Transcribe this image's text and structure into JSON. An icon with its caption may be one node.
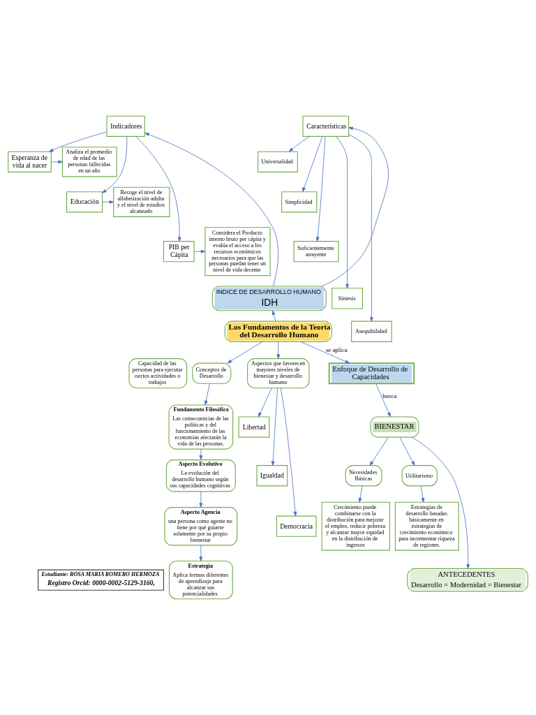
{
  "diagram": {
    "nodes": [
      {
        "text": [
          "Esperanza de vida al nacer"
        ]
      },
      {
        "text": [
          "Analiza el promedio de edad de las personas fallecidas en un año"
        ]
      },
      {
        "text": [
          "Indicadores"
        ]
      },
      {
        "text": [
          "Características"
        ]
      },
      {
        "text": [
          "Universalidad"
        ]
      },
      {
        "text": [
          "Simplicidad"
        ]
      },
      {
        "text": [
          "Educación"
        ]
      },
      {
        "text": [
          "Recoge el nivel de alfabetización adulta y el nivel de estudios alcanzado"
        ]
      },
      {
        "text": [
          "Suficientemente atrayente"
        ]
      },
      {
        "text": [
          "PIB per Cápita"
        ]
      },
      {
        "text": [
          "Considera el Producto interno bruto per cápita y evalúa el acceso a los recursos económicos necesarios para que las personas puedan tener un nivel de vida decente"
        ]
      },
      {
        "text": [
          "Síntesis"
        ]
      },
      {
        "text": [
          "INDICE DE DESARROLLO HUMANO",
          "IDH"
        ]
      },
      {
        "text": [
          "Asequibilidad"
        ]
      },
      {
        "text": [
          "Fundamento Filosófico",
          "Las consecuencias de las políticas y del funcionamiento de las economías afectarán la vida de las personas."
        ]
      },
      {
        "text": [
          "Conceptos de Desarrollo"
        ]
      },
      {
        "text": [
          "Aspectos que favorecen mayores niveles de bienestar y desarrollo humano"
        ]
      },
      {
        "text": [
          "Aspecto Evolutivo",
          "La evolución del desarrollo humano según sus capacidades cognitivas"
        ]
      },
      {
        "text": [
          "Libertad"
        ]
      },
      {
        "text": [
          "Los Fundamentos de la Teoría del Desarrollo Humano"
        ]
      },
      {
        "text": [
          "Igualdad"
        ]
      },
      {
        "text": [
          "Aspecto Agencia",
          "una persona como agente no tiene por qué guiarse solamente por su propio bienestar"
        ]
      },
      {
        "text": [
          "Democracia"
        ]
      },
      {
        "text": [
          "Capacidad de las personas para ejecutar ciertos actividades o trabajos"
        ]
      },
      {
        "text": [
          "Enfoque de Desarrollo de Capacidades"
        ]
      },
      {
        "text": [
          "Estrategia",
          "Aplica formas diferentes de aprendizaje para alcanzar sus potencialidades"
        ]
      },
      {
        "text": [
          "Necesidades Básicas"
        ]
      },
      {
        "text": [
          "BIENESTAR"
        ]
      },
      {
        "text": [
          "Utilitarismo"
        ]
      },
      {
        "text": [
          "Crecimiento puede combinarse con la distribución para mejorar el empleo, reducir pobreza y alcanzar mayor equidad en la distribución de ingresos"
        ]
      },
      {
        "text": [
          "Estrategias de desarrollo basadas básicamente en estrategias de crecimiento económico para incrementar riqueza de regiones."
        ]
      },
      {
        "text": [
          "ANTECEDENTES",
          "Desarrollo = Modernidad = Bienestar"
        ]
      },
      {
        "text": [
          "Estudiante: ROSA MARIA ROMERO HERMOZA",
          "Registro Orcid: 0000-0002-5129-3160,"
        ]
      }
    ],
    "edges": [
      {
        "from": 2,
        "to": 0,
        "arrow": "to"
      },
      {
        "from": 0,
        "to": 1,
        "arrow": "to"
      },
      {
        "from": 2,
        "to": 6,
        "arrow": "to"
      },
      {
        "from": 6,
        "to": 7,
        "arrow": "to"
      },
      {
        "from": 2,
        "to": 9,
        "arrow": "to"
      },
      {
        "from": 9,
        "to": 10,
        "arrow": "to"
      },
      {
        "from": 12,
        "to": 2,
        "arrow": "to"
      },
      {
        "from": 12,
        "to": 3,
        "arrow": "to"
      },
      {
        "from": 3,
        "to": 4,
        "arrow": "to"
      },
      {
        "from": 3,
        "to": 5,
        "arrow": "to"
      },
      {
        "from": 3,
        "to": 8,
        "arrow": "to"
      },
      {
        "from": 3,
        "to": 11,
        "arrow": "to"
      },
      {
        "from": 3,
        "to": 13,
        "arrow": "to"
      },
      {
        "from": 19,
        "to": 12,
        "arrow": "to"
      },
      {
        "from": 19,
        "to": 16,
        "arrow": "to"
      },
      {
        "from": 16,
        "to": 18,
        "arrow": "to"
      },
      {
        "from": 16,
        "to": 20,
        "arrow": "to"
      },
      {
        "from": 16,
        "to": 22,
        "arrow": "to"
      },
      {
        "from": 19,
        "to": 24,
        "label": "se aplica",
        "arrow": "to"
      },
      {
        "from": 19,
        "to": 15,
        "arrow": "to"
      },
      {
        "from": 15,
        "to": 14,
        "arrow": "to"
      },
      {
        "from": 14,
        "to": 17,
        "arrow": "to"
      },
      {
        "from": 17,
        "to": 21,
        "arrow": "to"
      },
      {
        "from": 21,
        "to": 25,
        "arrow": "to"
      },
      {
        "from": 24,
        "to": 27,
        "label": "busca",
        "arrow": "to"
      },
      {
        "from": 27,
        "to": 26,
        "arrow": "to"
      },
      {
        "from": 27,
        "to": 31,
        "arrow": "to"
      },
      {
        "from": 27,
        "to": 28,
        "arrow": "to"
      },
      {
        "from": 26,
        "to": 29,
        "arrow": "to"
      },
      {
        "from": 28,
        "to": 30,
        "arrow": "to"
      }
    ]
  }
}
